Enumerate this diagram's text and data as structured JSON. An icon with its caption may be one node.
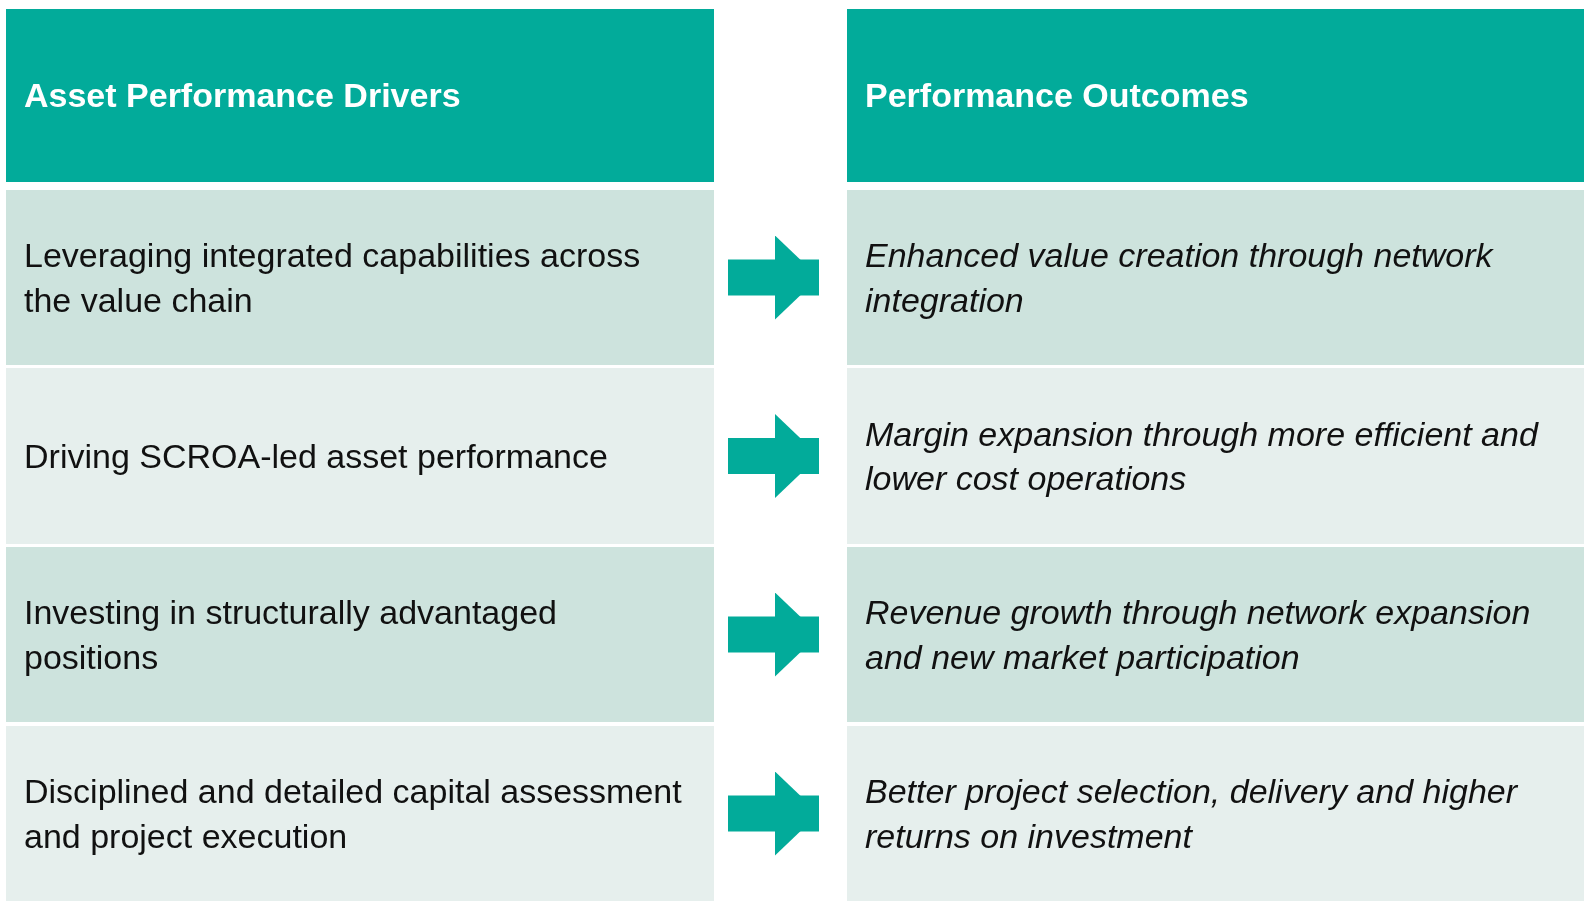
{
  "diagram": {
    "nodes": [
      {
        "text": [
          "Asset Performance Drivers"
        ]
      },
      {
        "text": [
          "Performance Outcomes"
        ]
      },
      {
        "text": [
          "Leveraging integrated capabilities across the value chain"
        ]
      },
      {
        "text": [
          "Enhanced value creation through network integration"
        ]
      },
      {
        "text": [
          "Driving SCROA-led asset performance"
        ]
      },
      {
        "text": [
          "Margin expansion through more efficient and lower cost operations"
        ]
      },
      {
        "text": [
          "Investing in structurally advantaged positions"
        ]
      },
      {
        "text": [
          "Revenue growth through network expansion and new market participation"
        ]
      },
      {
        "text": [
          "Disciplined and detailed capital assessment and project execution"
        ]
      },
      {
        "text": [
          "Better project selection, delivery and higher returns on investment"
        ]
      }
    ],
    "edges": [
      {
        "from": 2,
        "to": 3,
        "arrow": "to"
      },
      {
        "from": 4,
        "to": 5,
        "arrow": "to"
      },
      {
        "from": 6,
        "to": 7,
        "arrow": "to"
      },
      {
        "from": 8,
        "to": 9,
        "arrow": "to"
      }
    ]
  }
}
